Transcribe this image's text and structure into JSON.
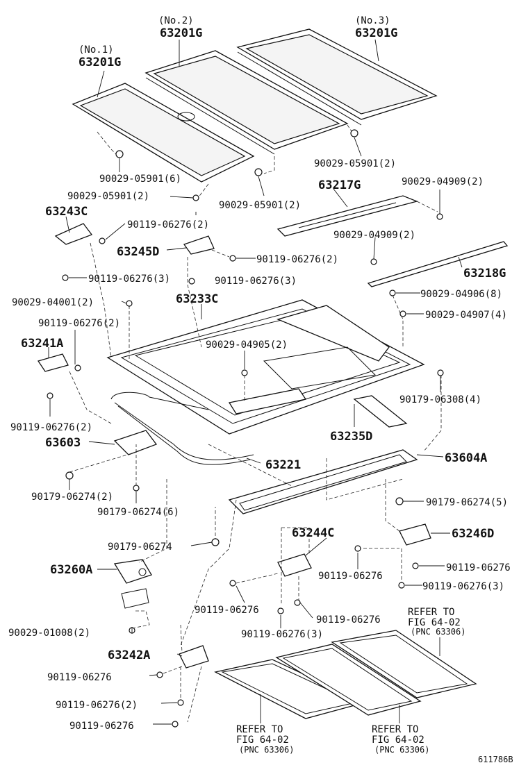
{
  "labels": {
    "no1": "(No.1)",
    "no2": "(No.2)",
    "no3": "(No.3)",
    "p63201g_1": "63201G",
    "p63201g_2": "63201G",
    "p63201g_3": "63201G",
    "b05901_6": "90029-05901(6)",
    "b05901_2a": "90029-05901(2)",
    "b05901_2b": "90029-05901(2)",
    "b05901_2c": "90029-05901(2)",
    "p63217g": "63217G",
    "b04909_2a": "90029-04909(2)",
    "b04909_2b": "90029-04909(2)",
    "p63218g": "63218G",
    "p63243c": "63243C",
    "b06276_2a": "90119-06276(2)",
    "p63245d": "63245D",
    "b06276_2b": "90119-06276(2)",
    "b06276_3a": "90119-06276(3)",
    "b06276_3b": "90119-06276(3)",
    "b04906_8": "90029-04906(8)",
    "b04001_2": "90029-04001(2)",
    "p63233c": "63233C",
    "b04907_4": "90029-04907(4)",
    "b06276_2c": "90119-06276(2)",
    "p63241a": "63241A",
    "b04905_2": "90029-04905(2)",
    "b06308_4": "90179-06308(4)",
    "b06276_2d": "90119-06276(2)",
    "p63235d": "63235D",
    "p63603": "63603",
    "p63221": "63221",
    "p63604a": "63604A",
    "b06274_2": "90179-06274(2)",
    "b06274_5": "90179-06274(5)",
    "b06274_6": "90179-06274(6)",
    "b06274": "90179-06274",
    "p63244c": "63244C",
    "p63246d": "63246D",
    "p63260a": "63260A",
    "b06276_a": "90119-06276",
    "b06276_b": "90119-06276",
    "b06276_3c": "90119-06276(3)",
    "b06276_c": "90119-06276",
    "b06276_d": "90119-06276",
    "b01008_2": "90029-01008(2)",
    "b06276_3d": "90119-06276(3)",
    "refer_r1": "REFER TO",
    "refer_r2": "FIG 64-02",
    "refer_r3": "(PNC 63306)",
    "p63242a": "63242A",
    "b06276_e": "90119-06276",
    "b06276_2e": "90119-06276(2)",
    "b06276_f": "90119-06276",
    "refer_l1": "REFER TO",
    "refer_l2": "FIG 64-02",
    "refer_l3": "(PNC 63306)",
    "refer_m1": "REFER TO",
    "refer_m2": "FIG 64-02",
    "refer_m3": "(PNC 63306)",
    "figure_id": "611786B"
  }
}
